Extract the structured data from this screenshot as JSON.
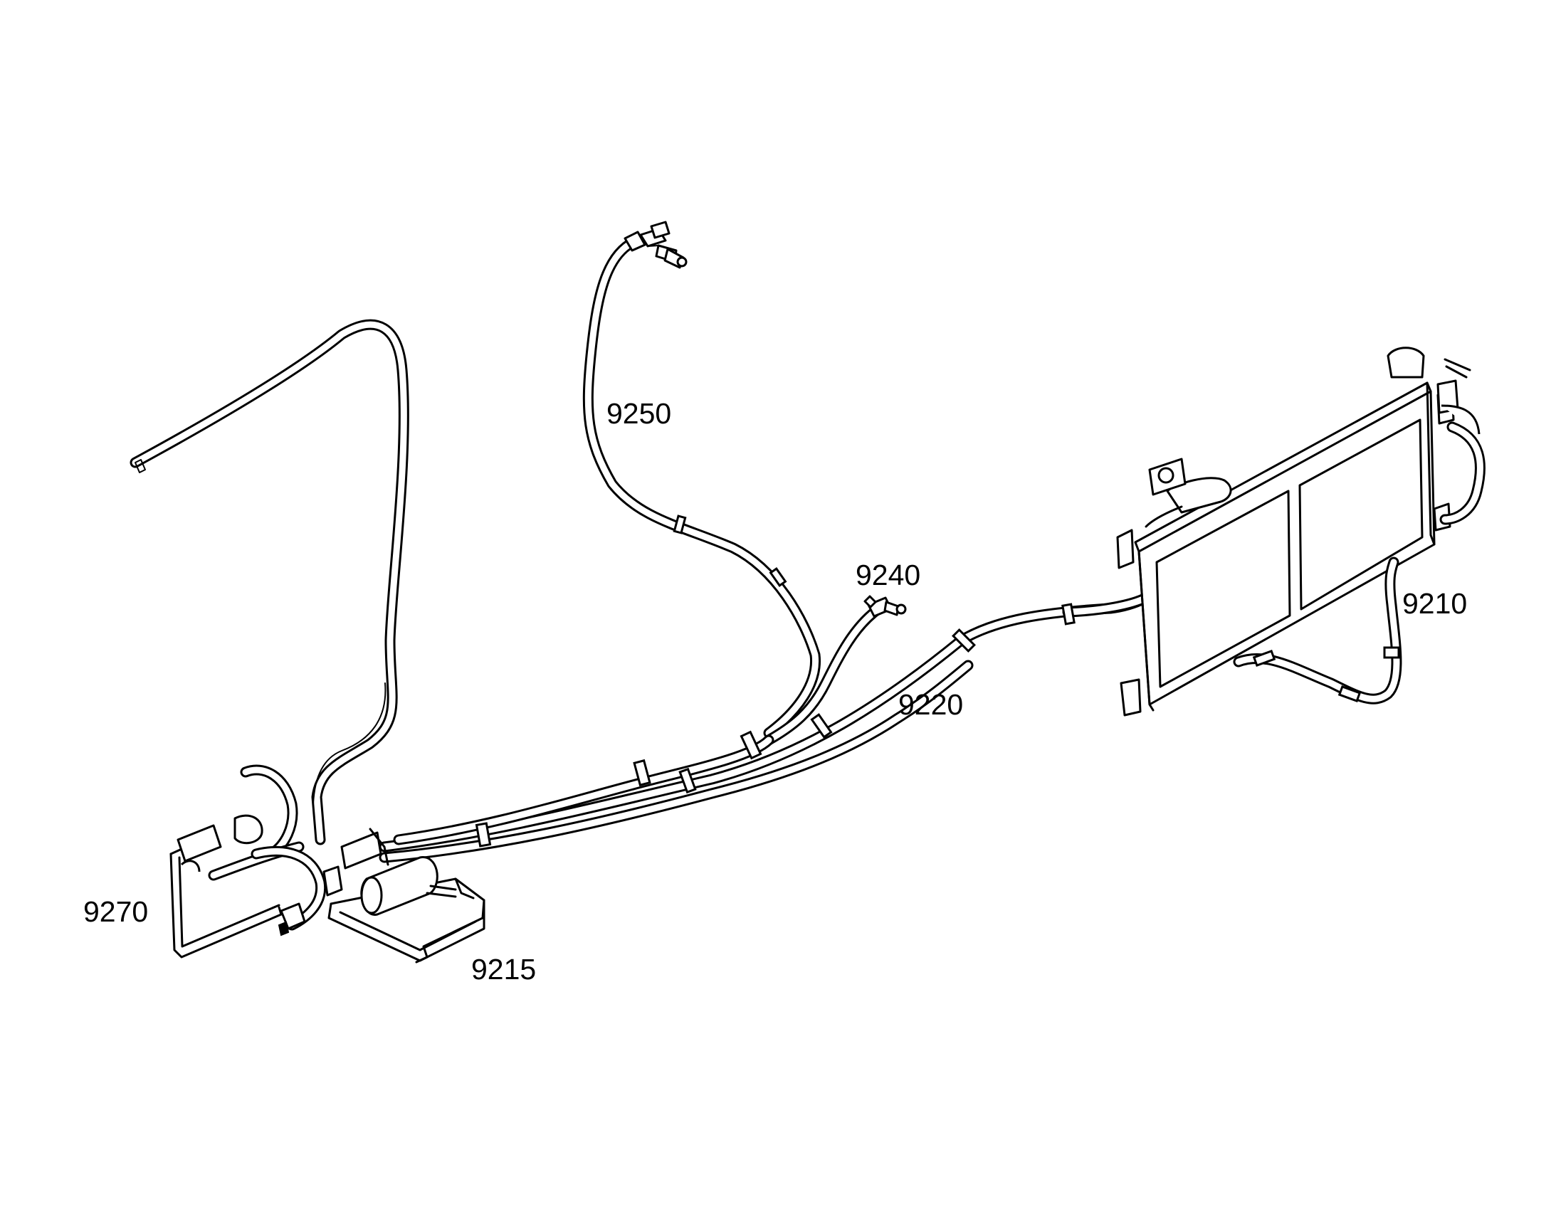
{
  "callouts": {
    "c9250": "9250",
    "c9240": "9240",
    "c9210": "9210",
    "c9220": "9220",
    "c9270": "9270",
    "c9215": "9215"
  }
}
